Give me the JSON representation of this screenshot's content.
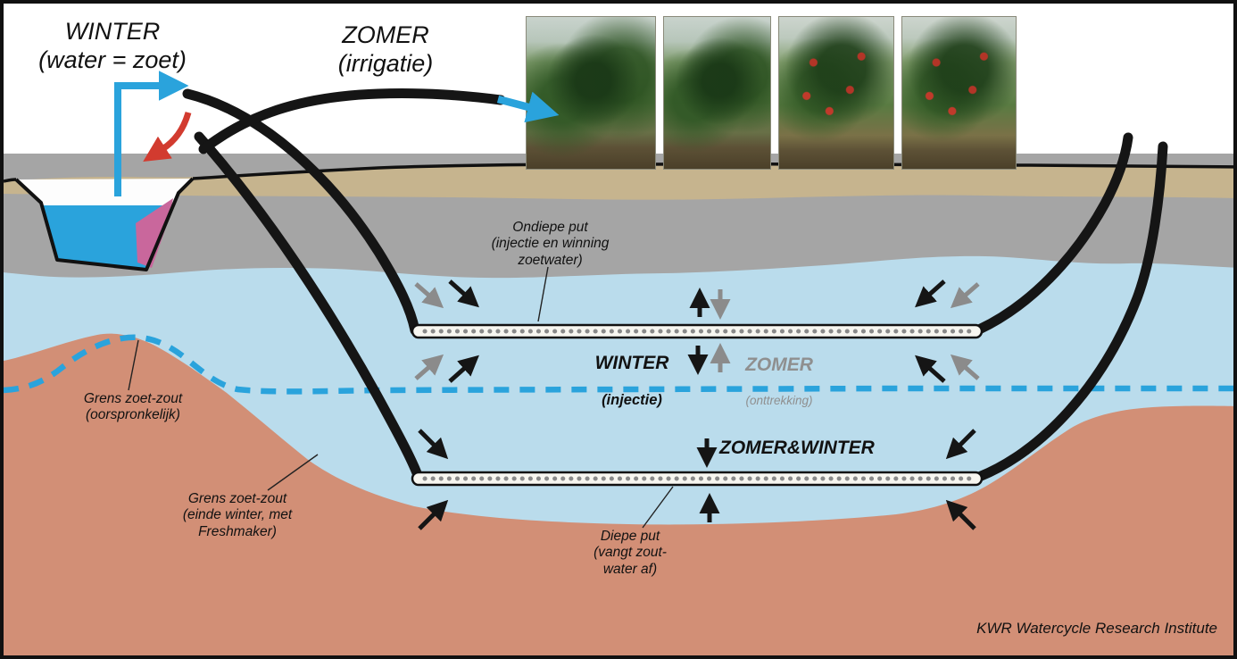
{
  "labels": {
    "winter_source": "WINTER\n(water = zoet)",
    "zomer_irrigatie": "ZOMER\n(irrigatie)",
    "ondiepe_put": "Ondiepe put\n(injectie en winning\nzoetwater)",
    "winter_injectie_line1": "WINTER",
    "winter_injectie_line2": "(injectie)",
    "zomer_onttrekking_line1": "ZOMER",
    "zomer_onttrekking_line2": "(onttrekking)",
    "grens_oorspronkelijk": "Grens zoet-zout\n(oorspronkelijk)",
    "grens_freshmaker": "Grens zoet-zout\n(einde winter, met\nFreshmaker)",
    "zomer_winter": "ZOMER&WINTER",
    "diepe_put": "Diepe put\n(vangt zout-\nwater af)",
    "credit": "KWR Watercycle Research Institute"
  },
  "colors": {
    "fresh_water_aquifer": "#badcec",
    "salt_water_body": "#d28f76",
    "topsoil": "#c6b48e",
    "clay_layer": "#a5a5a5",
    "ditch_water": "#2aa3dc",
    "brackish_pink": "#c9679c",
    "dashed_boundary": "#2aa3dc",
    "pipe_black": "#151515",
    "extraction_gray": "#8b8b8b",
    "discharge_red": "#d23b2f"
  }
}
